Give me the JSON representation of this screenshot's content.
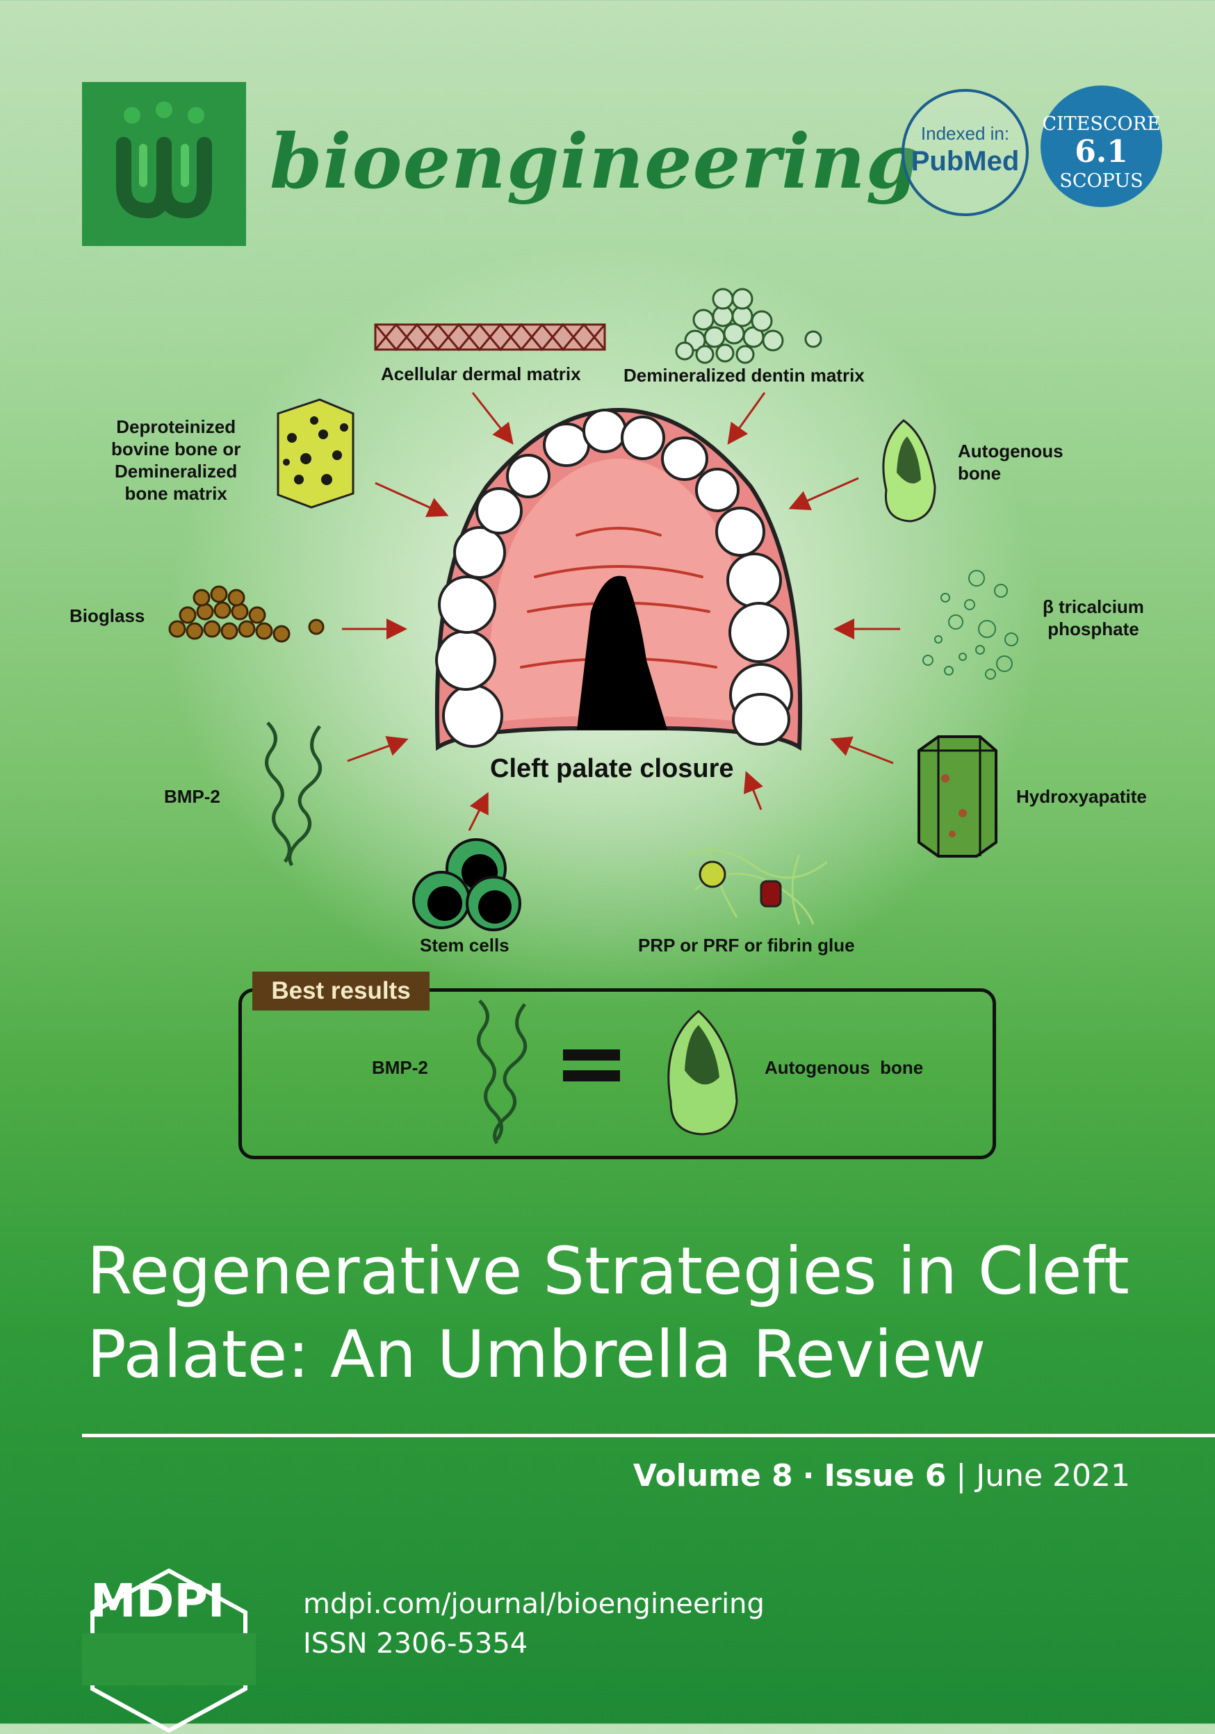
{
  "masthead": {
    "journal_name": "bioengineering",
    "logo_icon": "bioengineering-logo-icon",
    "pubmed": {
      "indexed_label": "Indexed in:",
      "name": "PubMed"
    },
    "citescore": {
      "label": "CITESCORE",
      "value": "6.1",
      "source": "SCOPUS"
    }
  },
  "figure": {
    "center_label": "Cleft palate closure",
    "materials": [
      "Acellular dermal matrix",
      "Demineralized dentin matrix",
      "Deproteinized\nbovine bone or\nDemineralized\nbone matrix",
      "Autogenous\nbone",
      "Bioglass",
      "β tricalcium\nphosphate",
      "BMP-2",
      "Hydroxyapatite",
      "Stem cells",
      "PRP or PRF or fibrin glue"
    ],
    "best_results": {
      "tag": "Best results",
      "left": "BMP-2",
      "right": "Autogenous  bone"
    }
  },
  "article": {
    "title": "Regenerative Strategies in Cleft Palate: An Umbrella Review"
  },
  "issue": {
    "volume": "Volume 8",
    "separator": "·",
    "issue": "Issue 6",
    "bar": "|",
    "date": "June 2021"
  },
  "footer": {
    "publisher": "MDPI",
    "url": "mdpi.com/journal/bioengineering",
    "issn": "ISSN 2306-5354"
  },
  "colors": {
    "brand_green": "#2b9443",
    "title_green": "#1f7f3a",
    "pubmed_blue": "#1d5e8e",
    "scopus_blue": "#1f79ad",
    "best_tag_brown": "#5c3d18"
  }
}
